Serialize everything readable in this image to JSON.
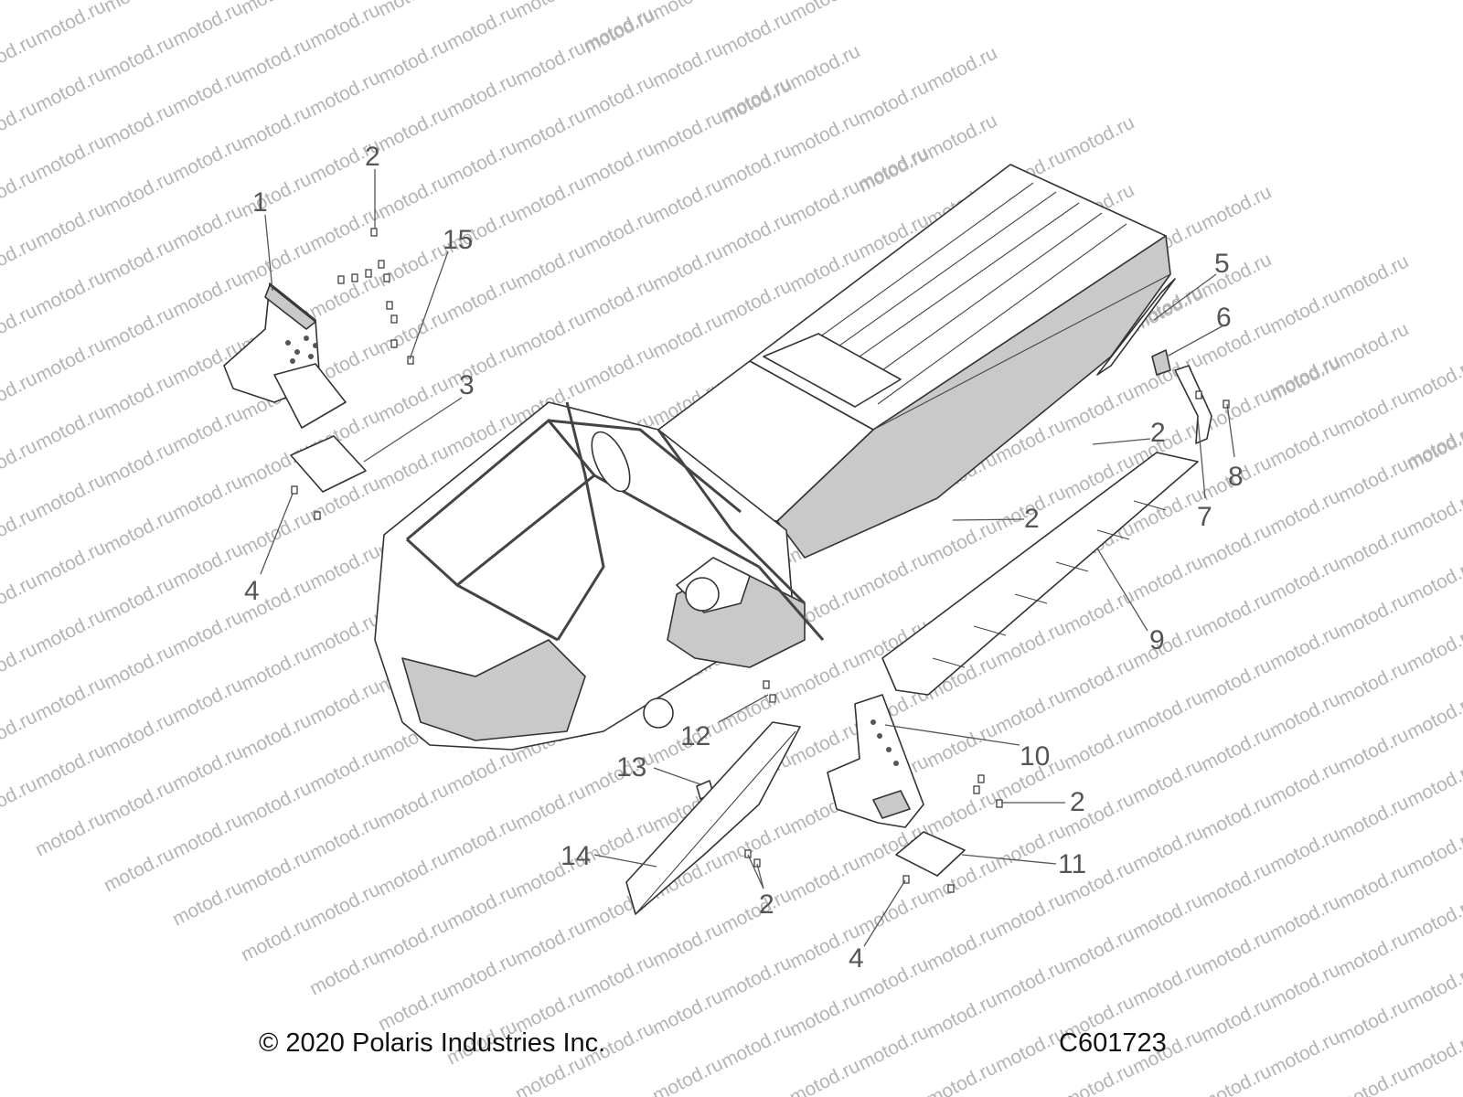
{
  "watermark": {
    "text": "motod.ru",
    "color": "#b4b4b4"
  },
  "callouts": [
    "1",
    "2",
    "15",
    "5",
    "6",
    "3",
    "2",
    "8",
    "7",
    "2",
    "4",
    "9",
    "12",
    "10",
    "13",
    "2",
    "14",
    "11",
    "2",
    "4"
  ],
  "footer": {
    "copyright": "© 2020 Polaris Industries Inc.",
    "code": "C601723"
  },
  "icons": [
    "part-1-bulkhead-icon",
    "part-3-plate-icon",
    "part-5-rail-icon",
    "part-6-bracket-icon",
    "part-7-bracket-icon",
    "part-9-footrest-icon",
    "part-10-bulkhead-icon",
    "part-11-plate-icon",
    "part-13-clip-icon",
    "part-14-panel-icon",
    "fastener-icon"
  ]
}
